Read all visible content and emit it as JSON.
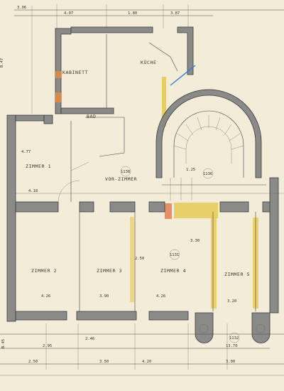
{
  "rooms": {
    "kabinett": "KABINETT",
    "kueche": "KÜCHE",
    "bad": "BAD",
    "zimmer1": "ZIMMER 1",
    "vorzimmer": "VOR-ZIMMER",
    "zimmer2": "ZIMMER 2",
    "zimmer3": "ZIMMER 3",
    "zimmer4": "ZIMMER 4",
    "zimmer5": "ZIMMER 5"
  },
  "dimensions": {
    "top_left": "3.06",
    "top_a": "4.07",
    "top_b": "1.80",
    "top_c": "3.87",
    "mid_a": "4.77",
    "mid_b": "4.18",
    "mid_c": "4.26",
    "bot_a": "3.90",
    "bot_b": "4.26",
    "bot_c": "3.20",
    "bot_d": "3.00",
    "bot_e": "2.50",
    "bot_f": "2.95",
    "bot_g": "13.70",
    "mid_d": "2.46",
    "mid_e": "4.20",
    "mid_f": "2.50",
    "mid_g": "1.25",
    "mid_h": "3.30",
    "mid_i": "3.50"
  },
  "markers": {
    "left_top": "B.47",
    "left_bottom": "B.45",
    "circ_1": "1138",
    "circ_2": "1136",
    "circ_3": "1131",
    "circ_4": "1132"
  }
}
